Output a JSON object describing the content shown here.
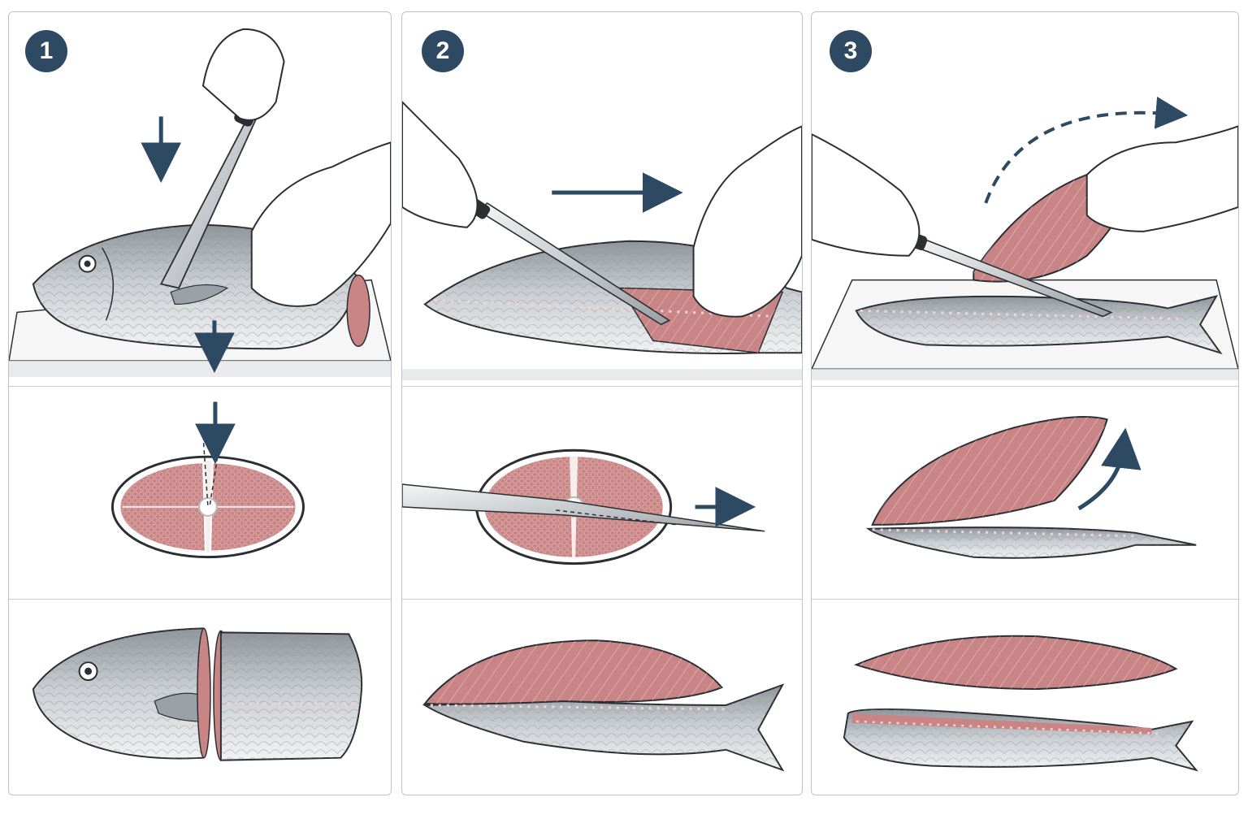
{
  "colors": {
    "accent": "#2e4a63",
    "flesh": "#c98585",
    "flesh_line": "#f2d6d6",
    "skin": "#c4c8cc",
    "outline": "#2b2f33"
  },
  "steps": [
    {
      "number": "1"
    },
    {
      "number": "2"
    },
    {
      "number": "3"
    }
  ]
}
